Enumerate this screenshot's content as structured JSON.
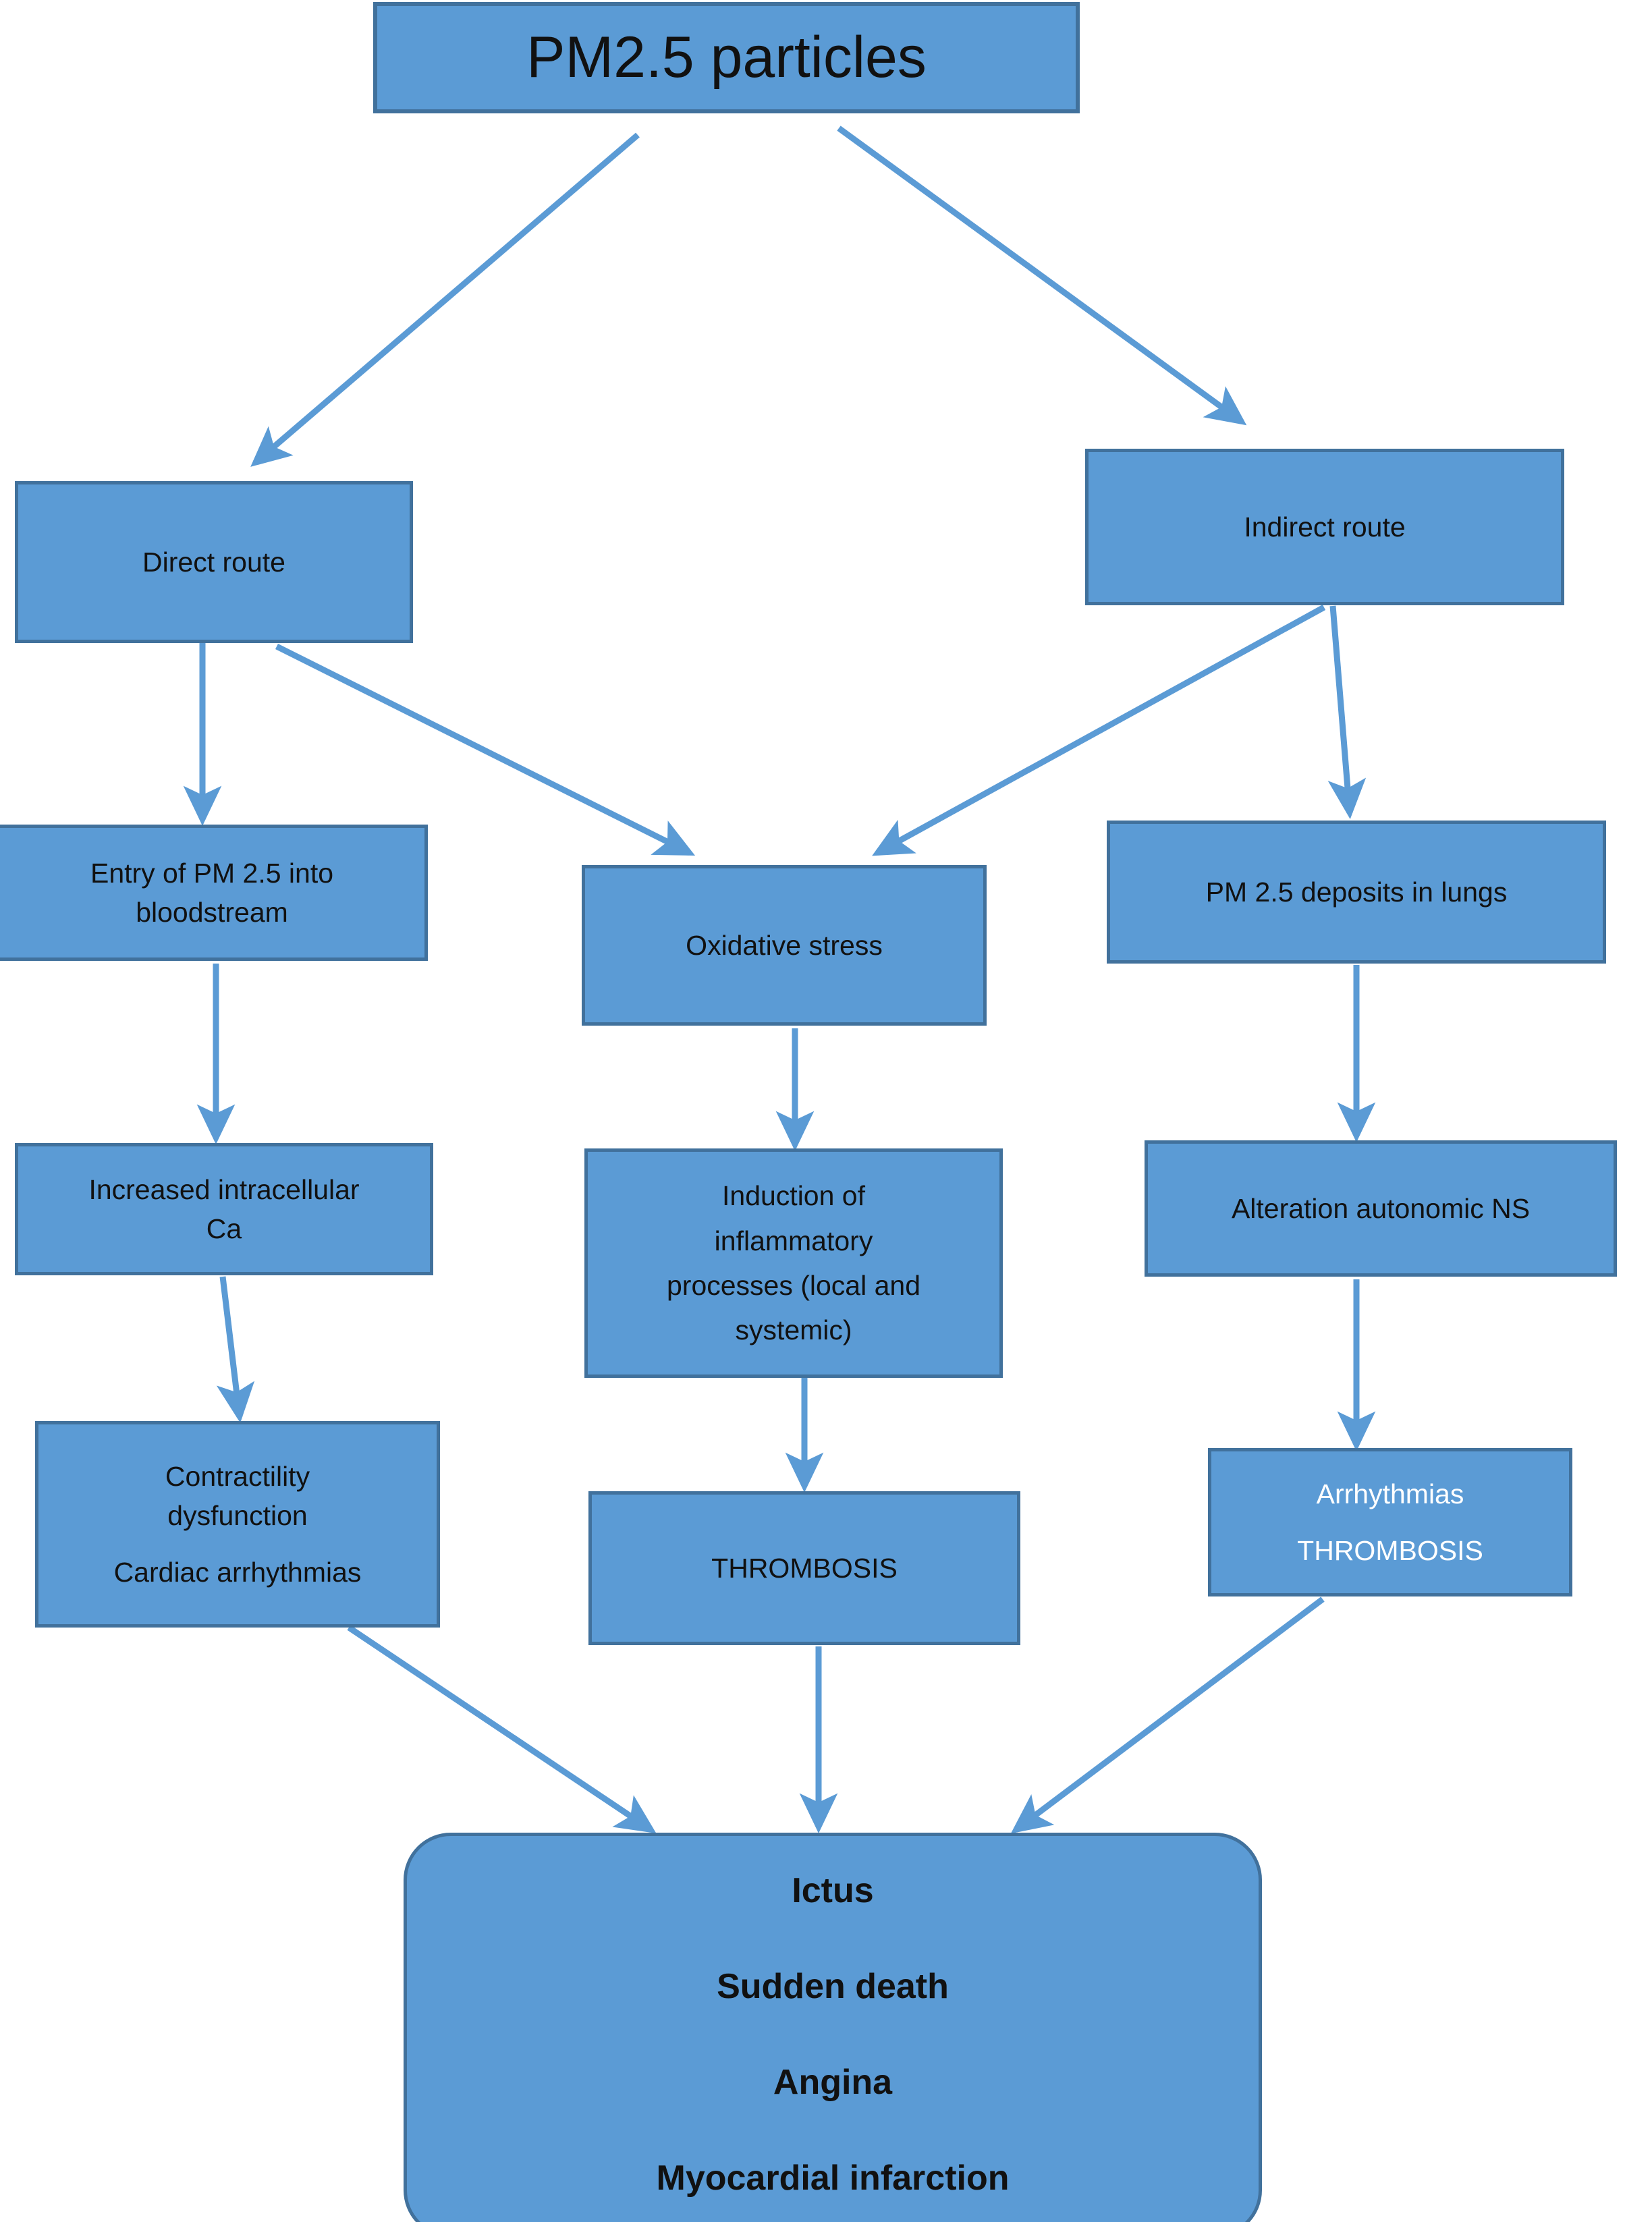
{
  "diagram": {
    "title": "PM2.5 particles pathophysiology flowchart",
    "colors": {
      "node_fill": "#5B9BD5",
      "node_border": "#41719C",
      "arrow": "#5B9BD5",
      "text_dark": "#111111",
      "text_light": "#FFFFFF",
      "background": "#FFFFFF"
    },
    "nodes": [
      {
        "id": "pm25",
        "lines": [
          "PM2.5 particles"
        ]
      },
      {
        "id": "direct",
        "lines": [
          "Direct route"
        ]
      },
      {
        "id": "indirect",
        "lines": [
          "Indirect route"
        ]
      },
      {
        "id": "entry",
        "lines": [
          "Entry of PM 2.5 into",
          "bloodstream"
        ]
      },
      {
        "id": "oxidative",
        "lines": [
          "Oxidative stress"
        ]
      },
      {
        "id": "deposits",
        "lines": [
          "PM 2.5 deposits in lungs"
        ]
      },
      {
        "id": "calcium",
        "lines": [
          "Increased intracellular",
          "Ca"
        ]
      },
      {
        "id": "inflammation",
        "lines": [
          "Induction of",
          "inflammatory",
          "processes (local and",
          "systemic)"
        ]
      },
      {
        "id": "autonomic",
        "lines": [
          "Alteration autonomic NS"
        ]
      },
      {
        "id": "contractility",
        "lines": [
          "Contractility",
          "dysfunction",
          "",
          "Cardiac arrhythmias"
        ]
      },
      {
        "id": "thrombosis",
        "lines": [
          "THROMBOSIS"
        ]
      },
      {
        "id": "arrhythmias",
        "lines": [
          "Arrhythmias",
          "THROMBOSIS"
        ]
      },
      {
        "id": "outcomes",
        "lines": [
          "Ictus",
          "Sudden death",
          "Angina",
          "Myocardial infarction"
        ]
      }
    ],
    "edges": [
      {
        "from": "pm25",
        "to": "direct"
      },
      {
        "from": "pm25",
        "to": "indirect"
      },
      {
        "from": "direct",
        "to": "entry"
      },
      {
        "from": "direct",
        "to": "oxidative"
      },
      {
        "from": "indirect",
        "to": "oxidative"
      },
      {
        "from": "indirect",
        "to": "deposits"
      },
      {
        "from": "entry",
        "to": "calcium"
      },
      {
        "from": "oxidative",
        "to": "inflammation"
      },
      {
        "from": "deposits",
        "to": "autonomic"
      },
      {
        "from": "calcium",
        "to": "contractility"
      },
      {
        "from": "inflammation",
        "to": "thrombosis"
      },
      {
        "from": "autonomic",
        "to": "arrhythmias"
      },
      {
        "from": "contractility",
        "to": "outcomes"
      },
      {
        "from": "thrombosis",
        "to": "outcomes"
      },
      {
        "from": "arrhythmias",
        "to": "outcomes"
      }
    ]
  }
}
